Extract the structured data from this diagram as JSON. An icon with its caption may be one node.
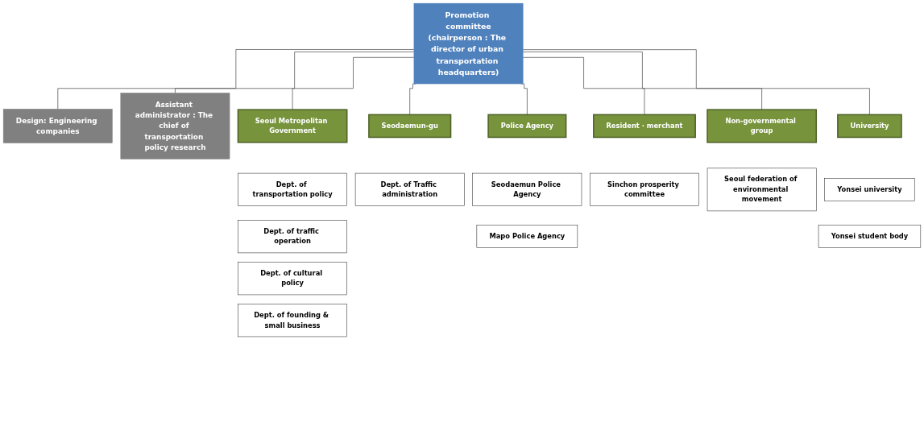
{
  "diagram": {
    "nodes": [
      {
        "text": [
          "Promotion committee",
          "(chairperson : The director of urban transportation headquarters)"
        ]
      },
      {
        "text": [
          "Design: Engineering companies"
        ]
      },
      {
        "text": [
          "Assistant administrator : The chief of transportation policy research"
        ]
      },
      {
        "text": [
          "Seoul Metropolitan Government"
        ]
      },
      {
        "text": [
          "Seodaemun-gu"
        ]
      },
      {
        "text": [
          "Police Agency"
        ]
      },
      {
        "text": [
          "Resident · merchant"
        ]
      },
      {
        "text": [
          "Non-governmental group"
        ]
      },
      {
        "text": [
          "University"
        ]
      },
      {
        "text": [
          "Dept. of transportation policy"
        ]
      },
      {
        "text": [
          "Dept. of traffic operation"
        ]
      },
      {
        "text": [
          "Dept. of cultural policy"
        ]
      },
      {
        "text": [
          "Dept. of founding & small business"
        ]
      },
      {
        "text": [
          "Dept. of Traffic administration"
        ]
      },
      {
        "text": [
          "Seodaemun Police Agency"
        ]
      },
      {
        "text": [
          "Mapo Police Agency"
        ]
      },
      {
        "text": [
          "Sinchon prosperity committee"
        ]
      },
      {
        "text": [
          "Seoul federation of environmental movement"
        ]
      },
      {
        "text": [
          "Yonsei university"
        ]
      },
      {
        "text": [
          "Yonsei student body"
        ]
      }
    ],
    "edges": [
      {
        "from": 0,
        "to": 1,
        "arrow": "none"
      },
      {
        "from": 0,
        "to": 2,
        "arrow": "none"
      },
      {
        "from": 0,
        "to": 3,
        "arrow": "none"
      },
      {
        "from": 0,
        "to": 4,
        "arrow": "none"
      },
      {
        "from": 0,
        "to": 5,
        "arrow": "none"
      },
      {
        "from": 0,
        "to": 6,
        "arrow": "none"
      },
      {
        "from": 0,
        "to": 7,
        "arrow": "none"
      },
      {
        "from": 0,
        "to": 8,
        "arrow": "none"
      }
    ]
  }
}
